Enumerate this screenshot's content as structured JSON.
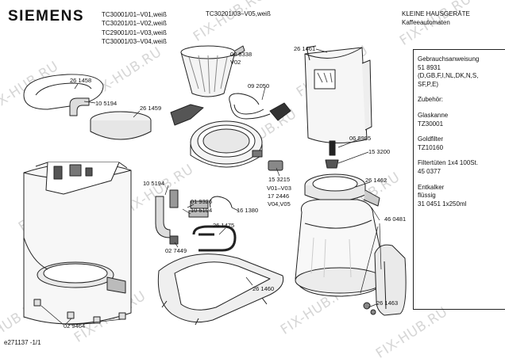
{
  "brand": "SIEMENS",
  "models": [
    "TC30001/01–V01,weiß",
    "TC30201/01–V02,weiß",
    "TC29001/01–V03,weiß",
    "TC30001/03–V04,weiß"
  ],
  "variant": "TC30201/03–V05,weiß",
  "heading": [
    "KLEINE HAUSGERÄTE",
    "Kaffeeautomaten"
  ],
  "info": {
    "manual": [
      "Gebrauchsanweisung",
      "51 8931",
      "(D,GB,F,I,NL,DK,N,S,",
      "SF,P,E)"
    ],
    "accessories": "Zubehör:",
    "carafe": [
      "Glaskanne",
      "TZ30001"
    ],
    "goldfilter": [
      "Goldfilter",
      "TZ10160"
    ],
    "filterbags": [
      "Filtertüten 1x4 100St.",
      "45 0377"
    ],
    "descaler": [
      "Entkalker",
      "flüssig",
      "31 0451 1x250ml"
    ]
  },
  "footer": "e271137 -1/1",
  "watermark": "FIX-HUB.RU",
  "parts": {
    "p261458": "26 1458",
    "p105194a": "10 5194",
    "p261459": "26 1459",
    "p088338": "08 8338",
    "v02": "V02",
    "p092050": "09 2050",
    "p261461": "26 1461",
    "p068985": "06 8985",
    "p153200": "15 3200",
    "p153215": "15 3215",
    "v01v03": "V01–V03",
    "p172446": "17 2446",
    "v04v05": "V04,V05",
    "p105194b": "10 5194",
    "p019326": "01 9326",
    "p105194c": "10 5194",
    "p161380": "16 1380",
    "p261475": "26 1475",
    "p027449": "02 7449",
    "p261462": "26 1462",
    "p460481": "46 0481",
    "p261460": "26 1460",
    "p029464": "02 9464",
    "p261463": "26 1463"
  }
}
